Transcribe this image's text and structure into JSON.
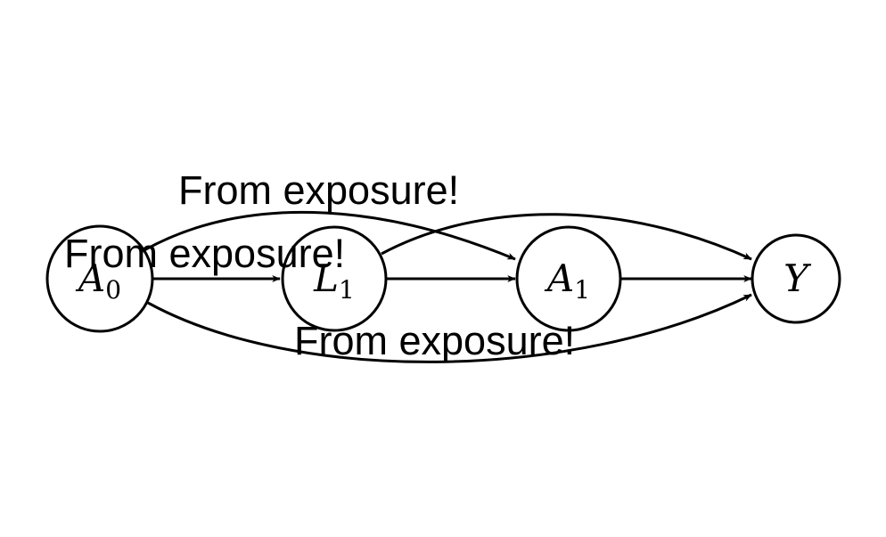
{
  "diagram": {
    "nodes": {
      "a0": {
        "base": "A",
        "sub": "0"
      },
      "l1": {
        "base": "L",
        "sub": "1"
      },
      "a1": {
        "base": "A",
        "sub": "1"
      },
      "y": {
        "base": "Y",
        "sub": ""
      }
    },
    "edge_labels": {
      "top": "From exposure!",
      "middle": "From exposure!",
      "bottom": "From exposure!"
    },
    "edges": [
      {
        "from": "A0",
        "to": "L1"
      },
      {
        "from": "L1",
        "to": "A1"
      },
      {
        "from": "A1",
        "to": "Y"
      },
      {
        "from": "A0",
        "to": "A1"
      },
      {
        "from": "L1",
        "to": "Y"
      },
      {
        "from": "A0",
        "to": "Y"
      }
    ],
    "colors": {
      "stroke": "#000000",
      "background": "#ffffff"
    }
  }
}
